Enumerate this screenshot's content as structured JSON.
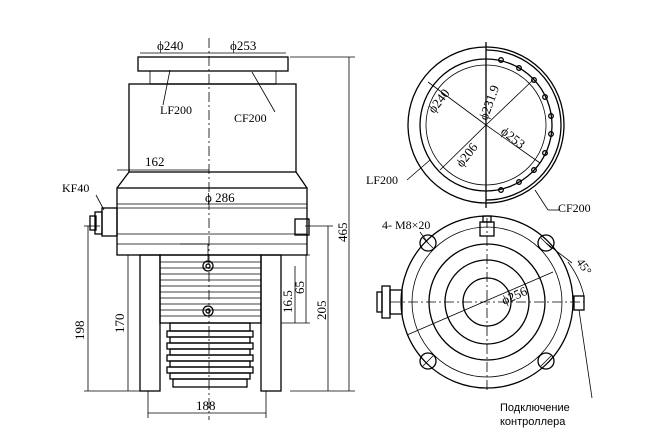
{
  "side_view": {
    "labels": {
      "d240": "ϕ240",
      "d253": "ϕ253",
      "lf200": "LF200",
      "cf200": "CF200",
      "w162": "162",
      "kf40": "KF40",
      "d286": "ϕ 286",
      "h465": "465",
      "h65": "65",
      "h16_5": "16.5",
      "h205": "205",
      "h198": "198",
      "h170": "170",
      "w188": "188"
    }
  },
  "top_view": {
    "labels": {
      "d240": "ϕ240",
      "d231_9": "ϕ231.9",
      "d206": "ϕ206",
      "d253": "ϕ253",
      "lf200": "LF200",
      "cf200": "CF200"
    }
  },
  "bottom_view": {
    "labels": {
      "m8": "4- M8×20",
      "angle45": "45°",
      "d256": "ϕ256",
      "controller_line1": "Подключение",
      "controller_line2": "контроллера"
    }
  }
}
